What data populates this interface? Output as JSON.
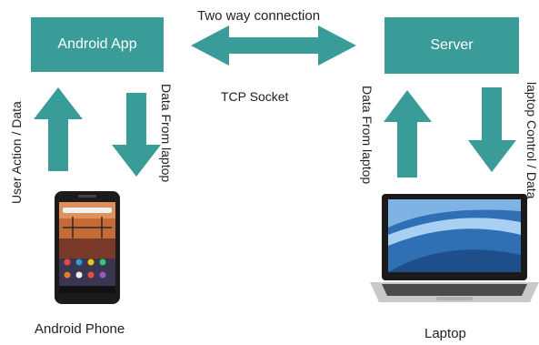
{
  "nodes": {
    "android_app": "Android App",
    "server": "Server"
  },
  "edges": {
    "two_way": "Two way connection",
    "tcp_socket": "TCP Socket",
    "user_action": "User Action / Data",
    "data_from_laptop_left": "Data From laptop",
    "data_from_laptop_right": "Data From laptop",
    "laptop_control": "laptop Control / Data"
  },
  "devices": {
    "phone": "Android Phone",
    "laptop": "Laptop"
  },
  "colors": {
    "box": "#3a9c98",
    "arrow": "#3a9c98"
  }
}
